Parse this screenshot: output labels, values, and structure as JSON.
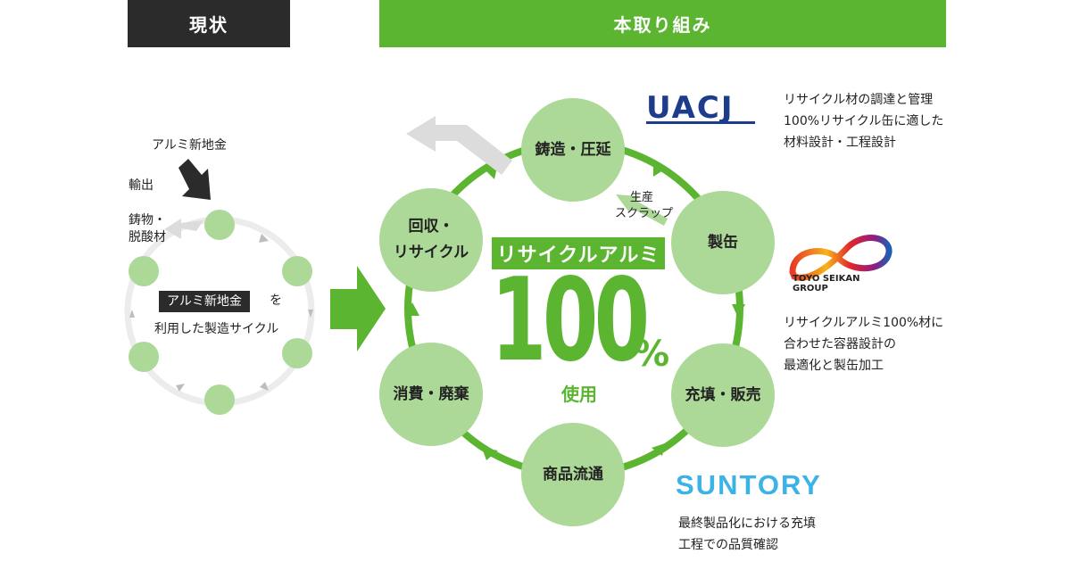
{
  "headers": {
    "current": "現状",
    "initiative": "本取り組み"
  },
  "left": {
    "new_metal_label": "アルミ新地金",
    "export_label": "輸出",
    "casting_label": "鋳物・",
    "deox_label": "脱酸材",
    "chip": "アルミ新地金",
    "chip_suffix": "を",
    "caption": "利用した製造サイクル"
  },
  "cycle": {
    "casting": "鋳造・圧延",
    "cans": "製缶",
    "filling": "充填・販売",
    "distribution": "商品流通",
    "disposal": "消費・廃棄",
    "recycle_line1": "回収・",
    "recycle_line2": "リサイクル",
    "scrap_line1": "生産",
    "scrap_line2": "スクラップ"
  },
  "center": {
    "band": "リサイクルアルミ",
    "number": "100",
    "percent": "%",
    "use": "使用"
  },
  "partners": {
    "uacj": {
      "logo": "UACJ",
      "lines": [
        "リサイクル材の調達と管理",
        "100%リサイクル缶に適した",
        "材料設計・工程設計"
      ]
    },
    "toyo": {
      "logo_line1": "TOYO SEIKAN",
      "logo_line2": "GROUP",
      "lines": [
        "リサイクルアルミ100%材に",
        "合わせた容器設計の",
        "最適化と製缶加工"
      ]
    },
    "suntory": {
      "logo": "SUNTORY",
      "lines": [
        "最終製品化における充填",
        "工程での品質確認"
      ]
    }
  },
  "colors": {
    "green": "#5cb531",
    "light_green": "#acd898",
    "dark": "#2b2b2b",
    "uacj_blue": "#1e3c8c",
    "suntory_blue": "#3bb3e6"
  }
}
